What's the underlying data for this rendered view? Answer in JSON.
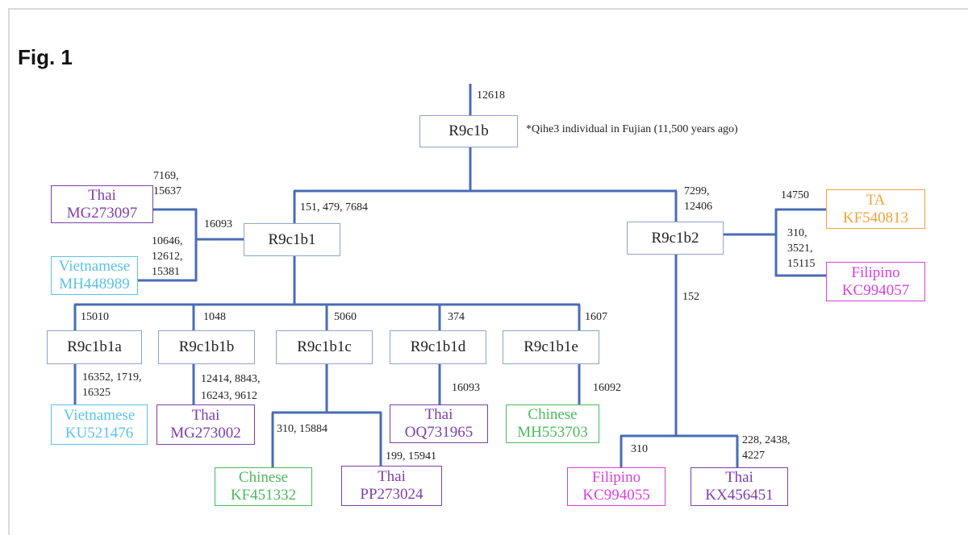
{
  "figure": {
    "label": "Fig. 1"
  },
  "note": "*Qihe3 individual in Fujian (11,500 years ago)",
  "colors": {
    "branch": "#4a6cb4",
    "haplogroup_border": "#8ea3cc",
    "thai": "#7d3fa8",
    "vietnamese": "#5bc2e7",
    "chinese": "#4cb95e",
    "ta": "#f0a33c",
    "filipino": "#d93fdb"
  },
  "haplogroups": {
    "r9c1b": "R9c1b",
    "r9c1b1": "R9c1b1",
    "r9c1b2": "R9c1b2",
    "r9c1b1a": "R9c1b1a",
    "r9c1b1b": "R9c1b1b",
    "r9c1b1c": "R9c1b1c",
    "r9c1b1d": "R9c1b1d",
    "r9c1b1e": "R9c1b1e"
  },
  "samples": {
    "thai_mg273097": {
      "population": "Thai",
      "accession": "MG273097"
    },
    "vietnamese_mh448989": {
      "population": "Vietnamese",
      "accession": "MH448989"
    },
    "ta_kf540813": {
      "population": "TA",
      "accession": "KF540813"
    },
    "filipino_kc994057": {
      "population": "Filipino",
      "accession": "KC994057"
    },
    "vietnamese_ku521476": {
      "population": "Vietnamese",
      "accession": "KU521476"
    },
    "thai_mg273002": {
      "population": "Thai",
      "accession": "MG273002"
    },
    "thai_oq731965": {
      "population": "Thai",
      "accession": "OQ731965"
    },
    "chinese_mh553703": {
      "population": "Chinese",
      "accession": "MH553703"
    },
    "chinese_kf451332": {
      "population": "Chinese",
      "accession": "KF451332"
    },
    "thai_pp273024": {
      "population": "Thai",
      "accession": "PP273024"
    },
    "filipino_kc994055": {
      "population": "Filipino",
      "accession": "KC994055"
    },
    "thai_kx456451": {
      "population": "Thai",
      "accession": "KX456451"
    }
  },
  "mutations": {
    "root": [
      "12618"
    ],
    "r9c1b1": [
      "151, 479, 7684"
    ],
    "r9c1b2": [
      "7299,",
      "12406"
    ],
    "thai_vietnamese_clade": [
      "16093"
    ],
    "thai_mg273097": [
      "7169,",
      "15637"
    ],
    "vietnamese_mh448989": [
      "10646,",
      "12612,",
      "15381"
    ],
    "ta_kf540813": [
      "14750"
    ],
    "filipino_kc994057": [
      "310,",
      "3521,",
      "15115"
    ],
    "r9c1b2_lower_clade": [
      "152"
    ],
    "r9c1b1a": [
      "15010"
    ],
    "r9c1b1b": [
      "1048"
    ],
    "r9c1b1c": [
      "5060"
    ],
    "r9c1b1d": [
      "374"
    ],
    "r9c1b1e": [
      "1607"
    ],
    "vietnamese_ku521476": [
      "16352, 1719,",
      "16325"
    ],
    "thai_mg273002": [
      "12414, 8843,",
      "16243, 9612"
    ],
    "chinese_kf451332": [
      "310, 15884"
    ],
    "thai_pp273024": [
      "199, 15941"
    ],
    "thai_oq731965": [
      "16093"
    ],
    "chinese_mh553703": [
      "16092"
    ],
    "filipino_kc994055": [
      "310"
    ],
    "thai_kx456451": [
      "228, 2438,",
      "4227"
    ]
  }
}
